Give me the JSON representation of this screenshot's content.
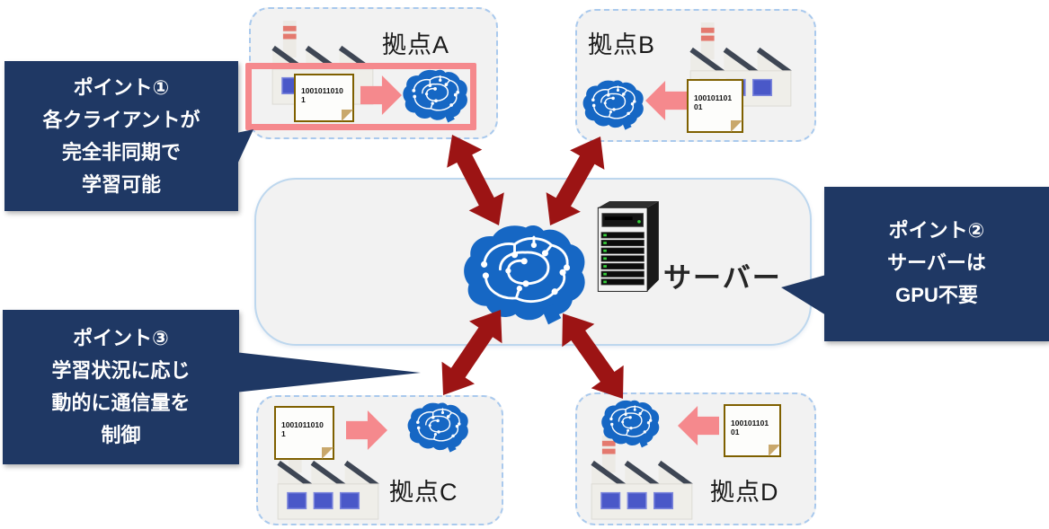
{
  "colors": {
    "navy": "#1F3864",
    "arrowRed": "#9C1414",
    "pink": "#F5898D",
    "brainBlue": "#1667C4",
    "boxFill": "#F2F2F2",
    "dashBlue": "#A9C9ED",
    "lineBlue": "#BDD7EE",
    "docBorder": "#7F6000",
    "windowBlue": "#4A58C8",
    "ledGreen": "#35D03A"
  },
  "callouts": [
    {
      "lines": [
        "ポイント①",
        "各クライアントが",
        "完全非同期で",
        "学習可能"
      ]
    },
    {
      "lines": [
        "ポイント②",
        "サーバーは",
        "GPU不要"
      ]
    },
    {
      "lines": [
        "ポイント③",
        "学習状況に応じ",
        "動的に通信量を",
        "制御"
      ]
    }
  ],
  "server": {
    "label": "サーバー"
  },
  "sites": [
    {
      "label": "拠点A",
      "doc": [
        "1001011010",
        "1"
      ]
    },
    {
      "label": "拠点B",
      "doc": [
        "100101101",
        "01"
      ]
    },
    {
      "label": "拠点C",
      "doc": [
        "1001011010",
        "1"
      ]
    },
    {
      "label": "拠点D",
      "doc": [
        "100101101",
        "01"
      ]
    }
  ]
}
